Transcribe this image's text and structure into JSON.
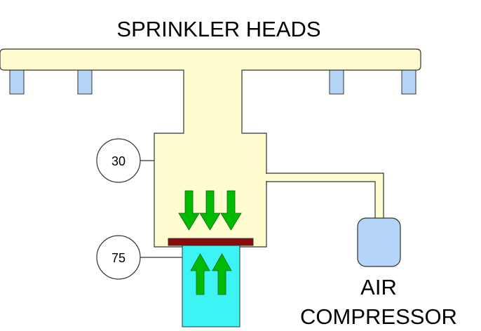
{
  "title": "SPRINKLER HEADS",
  "gauges": {
    "top": "30",
    "bottom": "75"
  },
  "compressor": {
    "line1": "AIR",
    "line2": "COMPRESSOR"
  },
  "colors": {
    "pipe_fill": "#fffdd0",
    "outline": "#333333",
    "sprinkler_head": "#b4d4f8",
    "compressor_tank": "#b4d4f8",
    "water_fill": "#3cf4f4",
    "clapper": "#8b0b0b",
    "arrow": "#00bb00"
  },
  "icons": {
    "down_arrows": "arrow-down-icon",
    "up_arrows": "arrow-up-icon"
  }
}
